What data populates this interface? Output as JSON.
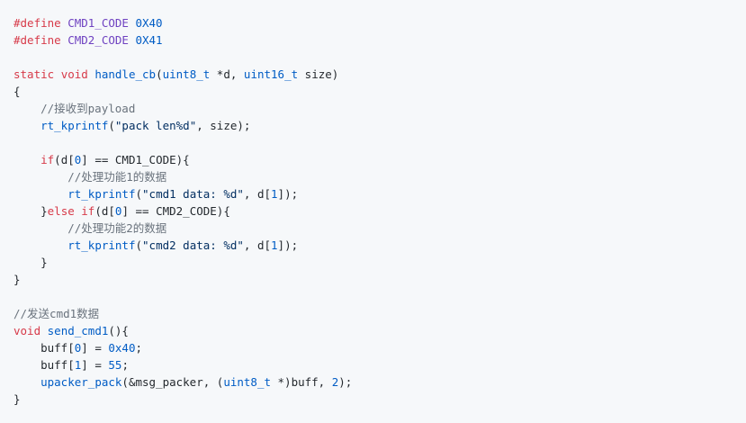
{
  "code": {
    "lines": [
      [
        [
          "pp",
          "#define"
        ],
        [
          "plain",
          " "
        ],
        [
          "macro",
          "CMD1_CODE"
        ],
        [
          "plain",
          " "
        ],
        [
          "num",
          "0X40"
        ]
      ],
      [
        [
          "pp",
          "#define"
        ],
        [
          "plain",
          " "
        ],
        [
          "macro",
          "CMD2_CODE"
        ],
        [
          "plain",
          " "
        ],
        [
          "num",
          "0X41"
        ]
      ],
      [],
      [
        [
          "kw",
          "static"
        ],
        [
          "plain",
          " "
        ],
        [
          "kw",
          "void"
        ],
        [
          "plain",
          " "
        ],
        [
          "fn",
          "handle_cb"
        ],
        [
          "plain",
          "("
        ],
        [
          "tp",
          "uint8_t"
        ],
        [
          "plain",
          " *d, "
        ],
        [
          "tp",
          "uint16_t"
        ],
        [
          "plain",
          " size)"
        ]
      ],
      [
        [
          "plain",
          "{"
        ]
      ],
      [
        [
          "plain",
          "    "
        ],
        [
          "cm",
          "//接收到payload"
        ]
      ],
      [
        [
          "plain",
          "    "
        ],
        [
          "fn",
          "rt_kprintf"
        ],
        [
          "plain",
          "("
        ],
        [
          "str",
          "\"pack len%d\""
        ],
        [
          "plain",
          ", size);"
        ]
      ],
      [],
      [
        [
          "plain",
          "    "
        ],
        [
          "kw",
          "if"
        ],
        [
          "plain",
          "(d["
        ],
        [
          "num",
          "0"
        ],
        [
          "plain",
          "] == CMD1_CODE){"
        ]
      ],
      [
        [
          "plain",
          "        "
        ],
        [
          "cm",
          "//处理功能1的数据"
        ]
      ],
      [
        [
          "plain",
          "        "
        ],
        [
          "fn",
          "rt_kprintf"
        ],
        [
          "plain",
          "("
        ],
        [
          "str",
          "\"cmd1 data: %d\""
        ],
        [
          "plain",
          ", d["
        ],
        [
          "num",
          "1"
        ],
        [
          "plain",
          "]);"
        ]
      ],
      [
        [
          "plain",
          "    }"
        ],
        [
          "kw",
          "else"
        ],
        [
          "plain",
          " "
        ],
        [
          "kw",
          "if"
        ],
        [
          "plain",
          "(d["
        ],
        [
          "num",
          "0"
        ],
        [
          "plain",
          "] == CMD2_CODE){"
        ]
      ],
      [
        [
          "plain",
          "        "
        ],
        [
          "cm",
          "//处理功能2的数据"
        ]
      ],
      [
        [
          "plain",
          "        "
        ],
        [
          "fn",
          "rt_kprintf"
        ],
        [
          "plain",
          "("
        ],
        [
          "str",
          "\"cmd2 data: %d\""
        ],
        [
          "plain",
          ", d["
        ],
        [
          "num",
          "1"
        ],
        [
          "plain",
          "]);"
        ]
      ],
      [
        [
          "plain",
          "    }"
        ]
      ],
      [
        [
          "plain",
          "}"
        ]
      ],
      [],
      [
        [
          "cm",
          "//发送cmd1数据"
        ]
      ],
      [
        [
          "kw",
          "void"
        ],
        [
          "plain",
          " "
        ],
        [
          "fn",
          "send_cmd1"
        ],
        [
          "plain",
          "(){"
        ]
      ],
      [
        [
          "plain",
          "    buff["
        ],
        [
          "num",
          "0"
        ],
        [
          "plain",
          "] = "
        ],
        [
          "num",
          "0x40"
        ],
        [
          "plain",
          ";"
        ]
      ],
      [
        [
          "plain",
          "    buff["
        ],
        [
          "num",
          "1"
        ],
        [
          "plain",
          "] = "
        ],
        [
          "num",
          "55"
        ],
        [
          "plain",
          ";"
        ]
      ],
      [
        [
          "plain",
          "    "
        ],
        [
          "fn",
          "upacker_pack"
        ],
        [
          "plain",
          "(&msg_packer, ("
        ],
        [
          "tp",
          "uint8_t"
        ],
        [
          "plain",
          " *)buff, "
        ],
        [
          "num",
          "2"
        ],
        [
          "plain",
          ");"
        ]
      ],
      [
        [
          "plain",
          "}"
        ]
      ]
    ]
  }
}
